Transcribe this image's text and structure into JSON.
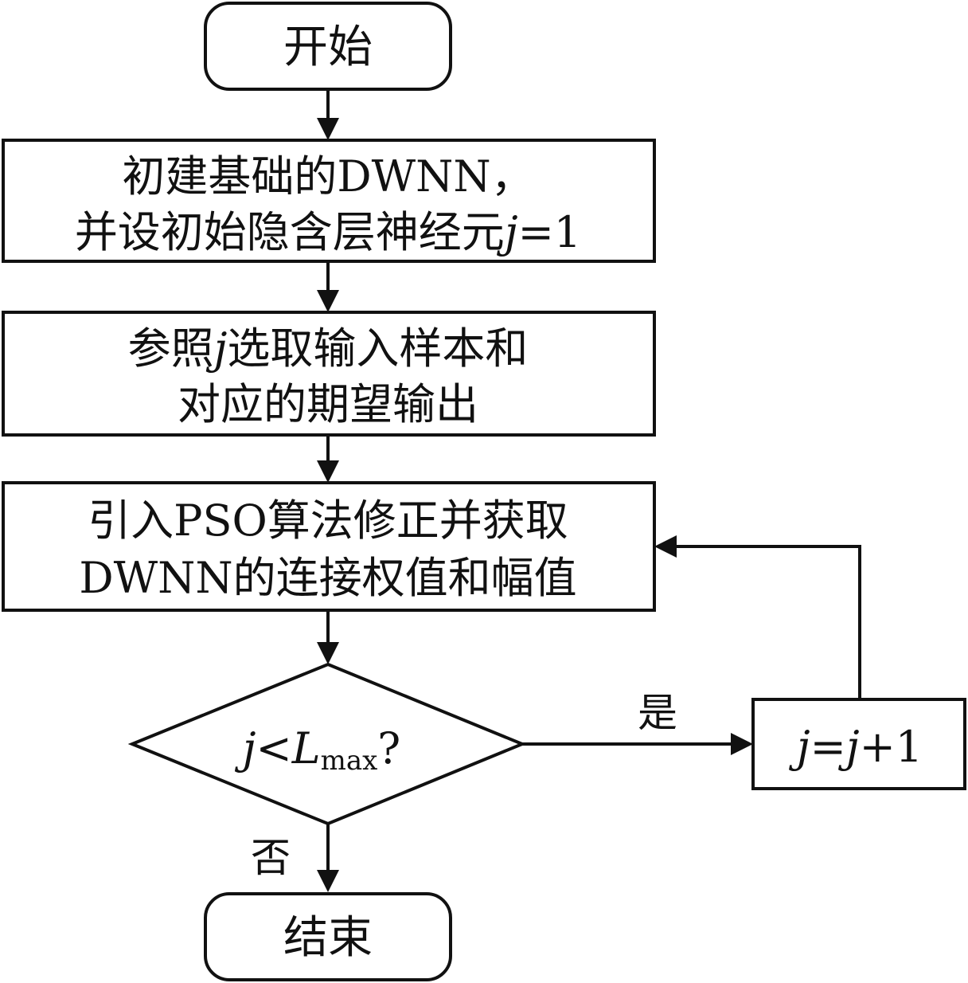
{
  "flowchart": {
    "start": "开始",
    "step1": {
      "line1": "初建基础的DWNN，",
      "line2_text": "并设初始隐含层神经元",
      "line2_var": "j",
      "line2_suffix": "=1"
    },
    "step2": {
      "line1_pre": "参照",
      "line1_var": "j",
      "line1_post": "选取输入样本和",
      "line2": "对应的期望输出"
    },
    "step3": {
      "line1": "引入PSO算法修正并获取",
      "line2": "DWNN的连接权值和幅值"
    },
    "decision": {
      "var": "j",
      "op": "<",
      "L": "L",
      "sub": "max",
      "q": "?"
    },
    "increment": {
      "var1": "j",
      "eq": "=",
      "var2": "j",
      "plus": "+1"
    },
    "yes_label": "是",
    "no_label": "否",
    "end": "结束"
  }
}
